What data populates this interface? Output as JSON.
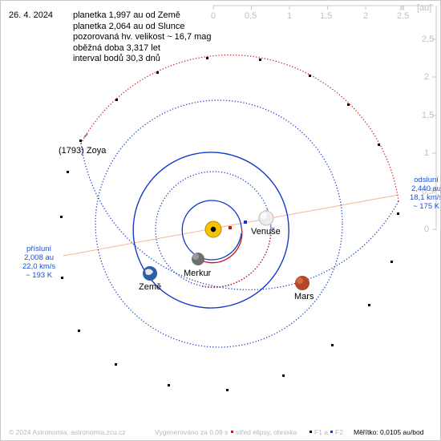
{
  "header": {
    "date": "26. 4. 2024",
    "info_lines": [
      "planetka 1,997 au od Země",
      "planetka 2,064 au od Slunce",
      "pozorovaná hv. velikost ~ 16,7 mag",
      "oběžná doba 3,317 let",
      "interval bodů 30,3 dnů"
    ]
  },
  "axes": {
    "x_label": "x",
    "unit_label": "[au]",
    "x_ticks": [
      "0",
      "0,5",
      "1",
      "1,5",
      "2",
      "2,5"
    ],
    "y_ticks": [
      "2,5",
      "2",
      "1,5",
      "1",
      "0,5",
      "0"
    ]
  },
  "asteroid": {
    "name": "(1793) Zoya"
  },
  "planets": {
    "sun": {
      "color": "#f5c400"
    },
    "mercury": {
      "label": "Merkur"
    },
    "venus": {
      "label": "Venuše"
    },
    "earth": {
      "label": "Země"
    },
    "mars": {
      "label": "Mars"
    }
  },
  "aphelion": [
    "odsluní",
    "2,440 au",
    "18,1 km/s",
    "~ 175 K"
  ],
  "perihelion": [
    "přísluní",
    "2,008 au",
    "22,0 km/s",
    "~ 193 K"
  ],
  "footer": {
    "copyright": "© 2024 Astronomia, astronomia.zcu.cz",
    "generated": "Vygenerováno za 0,09 s",
    "ellipse_center": "střed elipsy, ohniska",
    "foci": "F1 a",
    "f2": "F2",
    "scale": "Měřítko: 0,0105 au/bod"
  },
  "colors": {
    "orbit_blue": "#1439c8",
    "orbit_red": "#d01414",
    "axis_gray": "#c0c0c0",
    "label_blue": "#1a4fd6"
  }
}
